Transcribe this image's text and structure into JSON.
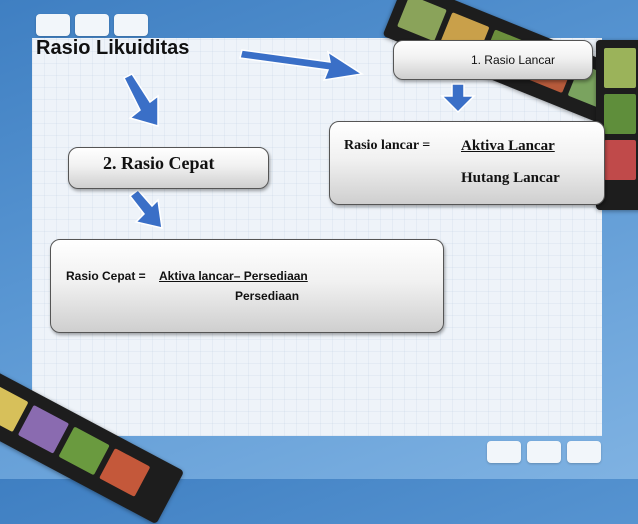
{
  "title": "Rasio Likuiditas",
  "box1": {
    "label": "1. Rasio Lancar"
  },
  "box2": {
    "label": "2. Rasio Cepat"
  },
  "formula_lancar": {
    "lhs": "Rasio lancar =",
    "numerator": "Aktiva Lancar",
    "denominator": "Hutang Lancar"
  },
  "formula_cepat": {
    "lhs": "Rasio Cepat =",
    "numerator": "Aktiva lancar– Persediaan",
    "denominator": "Persediaan"
  },
  "colors": {
    "arrow": "#3a6fc7",
    "background": "#5a97d3",
    "panel": "#eef3f9"
  }
}
